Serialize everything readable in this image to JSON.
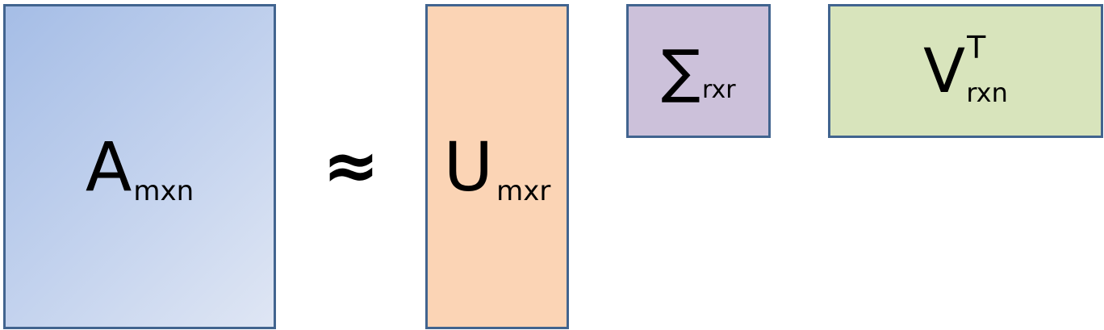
{
  "matrix_a": {
    "symbol": "A",
    "subscript": "mxn",
    "color": "#a5bde6"
  },
  "approx_symbol": "≈",
  "matrix_u": {
    "symbol": "U",
    "subscript": "mxr",
    "color": "#fbd4b5"
  },
  "matrix_sigma": {
    "symbol": "∑",
    "subscript": "rxr",
    "color": "#ccc1da"
  },
  "matrix_v": {
    "symbol": "V",
    "superscript": "T",
    "subscript": "rxn",
    "color": "#d8e4bc"
  },
  "border_color": "#41648f"
}
